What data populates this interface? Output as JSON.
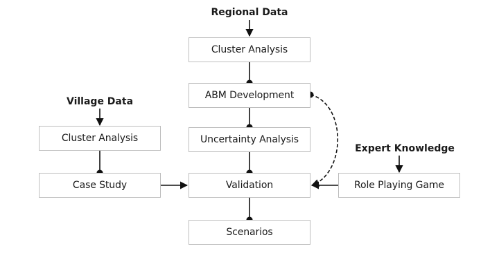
{
  "sources": {
    "regional": "Regional Data",
    "village": "Village Data",
    "expert": "Expert Knowledge"
  },
  "nodes": {
    "cluster_analysis_regional": "Cluster Analysis",
    "abm_development": "ABM Development",
    "uncertainty_analysis": "Uncertainty Analysis",
    "validation": "Validation",
    "scenarios": "Scenarios",
    "cluster_analysis_village": "Cluster Analysis",
    "case_study": "Case Study",
    "role_playing_game": "Role Playing Game"
  },
  "edges": [
    {
      "from": "Regional Data",
      "to": "Cluster Analysis",
      "style": "arrow"
    },
    {
      "from": "Cluster Analysis",
      "to": "ABM Development",
      "style": "dot"
    },
    {
      "from": "ABM Development",
      "to": "Uncertainty Analysis",
      "style": "dot"
    },
    {
      "from": "Uncertainty Analysis",
      "to": "Validation",
      "style": "dot"
    },
    {
      "from": "Validation",
      "to": "Scenarios",
      "style": "dot"
    },
    {
      "from": "Village Data",
      "to": "Cluster Analysis",
      "style": "arrow"
    },
    {
      "from": "Cluster Analysis",
      "to": "Case Study",
      "style": "dot"
    },
    {
      "from": "Case Study",
      "to": "Validation",
      "style": "arrow"
    },
    {
      "from": "Expert Knowledge",
      "to": "Role Playing Game",
      "style": "arrow"
    },
    {
      "from": "Role Playing Game",
      "to": "Validation",
      "style": "arrow"
    },
    {
      "from": "ABM Development",
      "to": "Validation",
      "style": "dashed-curve"
    }
  ]
}
